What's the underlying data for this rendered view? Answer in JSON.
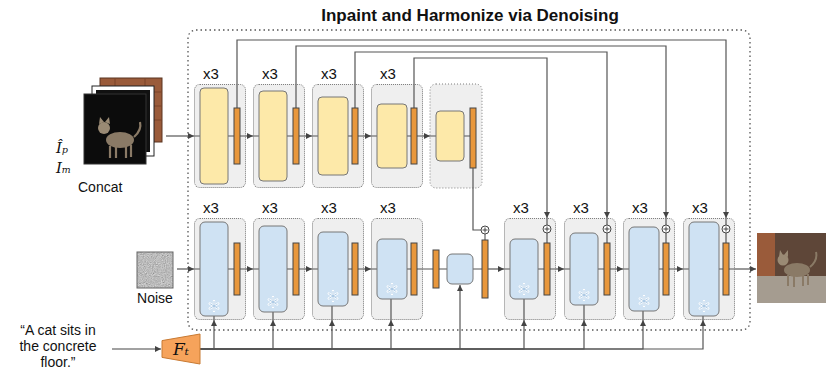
{
  "diagram": {
    "title": "Inpaint and Harmonize via Denoising",
    "nodes": [
      {
        "text": [
          "Îₚ",
          "Iₘ",
          "Concat"
        ]
      },
      {
        "text": [
          "x3"
        ]
      },
      {
        "text": [
          "x3"
        ]
      },
      {
        "text": [
          "x3"
        ]
      },
      {
        "text": [
          "x3"
        ]
      },
      {
        "text": [
          "Noise"
        ]
      },
      {
        "text": [
          "x3"
        ]
      },
      {
        "text": [
          "x3"
        ]
      },
      {
        "text": [
          "x3"
        ]
      },
      {
        "text": [
          "x3"
        ]
      },
      {
        "text": [
          "x3"
        ]
      },
      {
        "text": [
          "x3"
        ]
      },
      {
        "text": [
          "x3"
        ]
      },
      {
        "text": [
          "x3"
        ]
      },
      {
        "text": [
          "Fₜ"
        ]
      }
    ],
    "edges": [
      {
        "from": 0,
        "to": 1,
        "arrow": "to"
      },
      {
        "from": 1,
        "to": 2,
        "arrow": "to"
      },
      {
        "from": 2,
        "to": 3,
        "arrow": "to"
      },
      {
        "from": 3,
        "to": 4,
        "arrow": "to"
      },
      {
        "from": 5,
        "to": 6,
        "arrow": "to"
      },
      {
        "from": 6,
        "to": 7,
        "arrow": "to"
      },
      {
        "from": 7,
        "to": 8,
        "arrow": "to"
      },
      {
        "from": 8,
        "to": 9,
        "arrow": "to"
      },
      {
        "from": 10,
        "to": 11,
        "arrow": "to"
      },
      {
        "from": 11,
        "to": 12,
        "arrow": "to"
      },
      {
        "from": 12,
        "to": 13,
        "arrow": "to"
      },
      {
        "from": 1,
        "to": 13,
        "arrow": "to"
      },
      {
        "from": 2,
        "to": 12,
        "arrow": "to"
      },
      {
        "from": 3,
        "to": 11,
        "arrow": "to"
      },
      {
        "from": 4,
        "to": 10,
        "arrow": "to"
      },
      {
        "from": 14,
        "to": 6,
        "arrow": "to"
      },
      {
        "from": 14,
        "to": 7,
        "arrow": "to"
      },
      {
        "from": 14,
        "to": 8,
        "arrow": "to"
      },
      {
        "from": 14,
        "to": 9,
        "arrow": "to"
      },
      {
        "from": 14,
        "to": 10,
        "arrow": "to"
      },
      {
        "from": 14,
        "to": 11,
        "arrow": "to"
      },
      {
        "from": 14,
        "to": 12,
        "arrow": "to"
      },
      {
        "from": 14,
        "to": 13,
        "arrow": "to"
      }
    ],
    "labels": [
      "“A cat sits in the concrete floor.”"
    ]
  }
}
